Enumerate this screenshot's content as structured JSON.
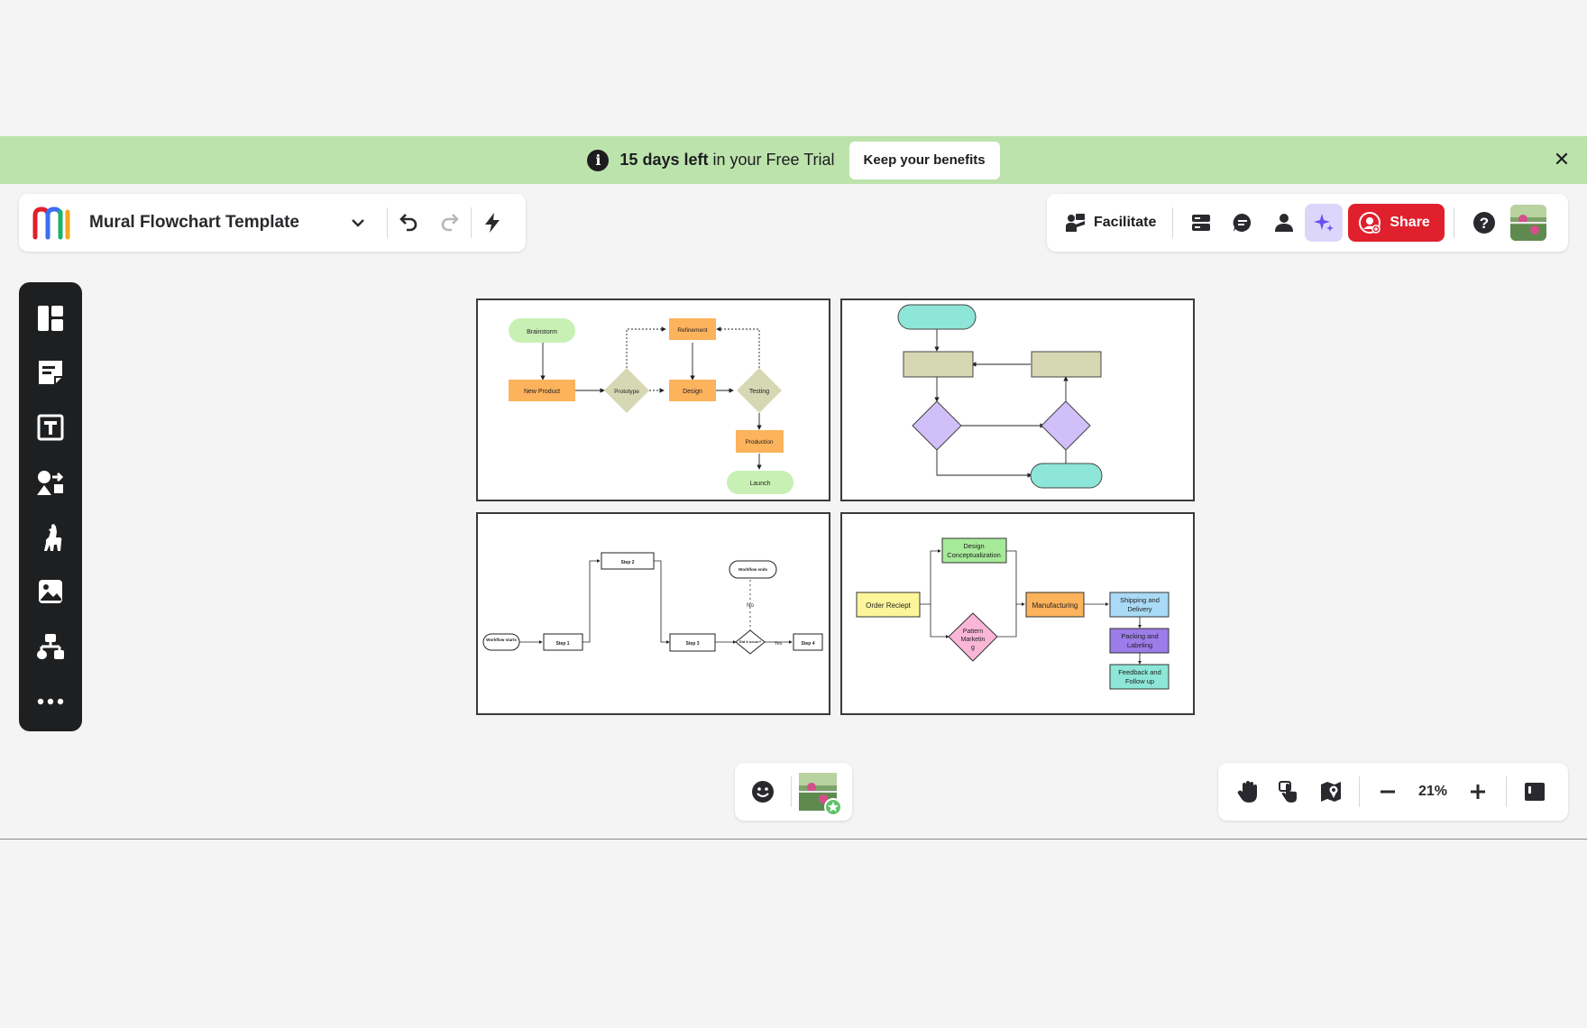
{
  "banner": {
    "days_left": "15 days left",
    "trial_text": "in your Free Trial",
    "cta": "Keep your benefits",
    "info_icon": "info-icon",
    "close_icon": "close-icon"
  },
  "header": {
    "title": "Mural Flowchart Template",
    "chevron": "chevron-down-icon",
    "undo": "undo-icon",
    "redo": "redo-icon",
    "quick": "lightning-icon"
  },
  "toolbar_right": {
    "facilitate": "Facilitate",
    "outline": "outline-icon",
    "comments": "comment-icon",
    "members": "user-icon",
    "ai": "sparkle-icon",
    "share": "Share",
    "help": "help-icon"
  },
  "sidebar": [
    {
      "icon": "templates-icon"
    },
    {
      "icon": "sticky-note-icon"
    },
    {
      "icon": "text-icon"
    },
    {
      "icon": "shapes-icon"
    },
    {
      "icon": "llama-icon"
    },
    {
      "icon": "image-icon"
    },
    {
      "icon": "diagram-icon"
    },
    {
      "icon": "more-icon"
    }
  ],
  "frames": {
    "f1": {
      "brainstorm": "Brainstorm",
      "new_product": "New Product",
      "prototype": "Prototype",
      "design": "Design",
      "refinement": "Refinement",
      "testing": "Testing",
      "production": "Production",
      "launch": "Launch"
    },
    "f3": {
      "start": "Workflow starts",
      "step1": "Step 1",
      "step2": "Step 2",
      "step3": "Step 3",
      "decision": "Did it occur?",
      "yes": "Yes",
      "no": "No",
      "step4": "Step 4",
      "end": "Workflow ends"
    },
    "f4": {
      "order": "Order Reciept",
      "design": "Design Conceptualization",
      "pattern": "Pattern Marketing",
      "manufacturing": "Manufacturing",
      "shipping": "Shipping and Delivery",
      "packing": "Packing and Labeling",
      "feedback": "Feedback and Follow up"
    }
  },
  "bottom": {
    "reactions": "smile-icon",
    "zoom": "21%",
    "hand": "hand-icon",
    "touch": "touch-icon",
    "map": "map-icon",
    "zoom_out": "minus-icon",
    "zoom_in": "plus-icon",
    "panel": "panel-icon"
  },
  "colors": {
    "banner": "#bde3ad",
    "share": "#e0202c",
    "orange": "#fdb25c",
    "green": "#c8f0b4",
    "khaki": "#d6d8b4",
    "teal": "#8de6d8",
    "lavender": "#d0bff8",
    "yellow": "#fdf59a",
    "pink": "#f9b6d6",
    "blue": "#a9daf6",
    "purple": "#9b7ce8"
  }
}
